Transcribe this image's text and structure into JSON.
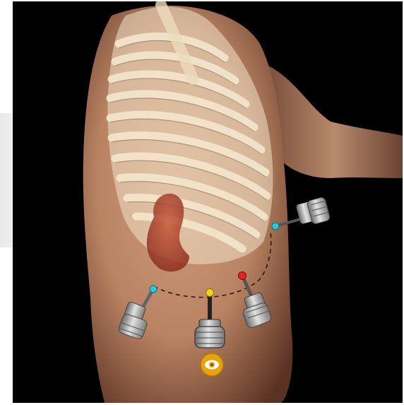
{
  "scene": {
    "subject": "laparoscopic-port-placement-illustration",
    "background_color": "#000000",
    "skin_color": "#c08c6a",
    "ribcage_color": "#efe0c6",
    "organ_color": "#b0422a"
  },
  "ports": [
    {
      "name": "port-left",
      "tip_color": "#2ec7e0"
    },
    {
      "name": "port-camera",
      "tip_color": "#f3d21a"
    },
    {
      "name": "port-center-right",
      "tip_color": "#e2241f"
    },
    {
      "name": "port-upper-right",
      "tip_color": "#2ec7e0"
    }
  ],
  "camera_icon": {
    "icon": "eye-icon",
    "color": "#e8a20c"
  }
}
